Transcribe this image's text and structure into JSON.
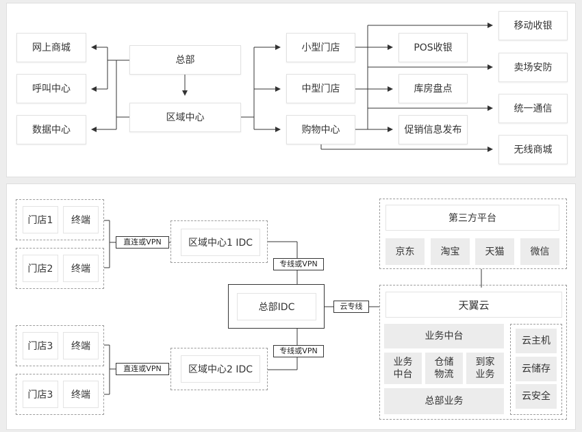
{
  "top": {
    "left_nodes": [
      "网上商城",
      "呼叫中心",
      "数据中心"
    ],
    "hq": "总部",
    "regional": "区域中心",
    "stores": [
      "小型门店",
      "中型门店",
      "购物中心"
    ],
    "functions": [
      "POS收银",
      "库房盘点",
      "促销信息发布"
    ],
    "right_nodes": [
      "移动收银",
      "卖场安防",
      "统一通信",
      "无线商城"
    ]
  },
  "bottom": {
    "store_groups": [
      {
        "store": "门店1",
        "terminal": "终端"
      },
      {
        "store": "门店2",
        "terminal": "终端"
      },
      {
        "store": "门店3",
        "terminal": "终端"
      },
      {
        "store": "门店3",
        "terminal": "终端"
      }
    ],
    "link_direct": "直连或VPN",
    "regional_idc": [
      "区域中心1 IDC",
      "区域中心2 IDC"
    ],
    "link_private": "专线或VPN",
    "hq_idc": "总部IDC",
    "link_cloud": "云专线",
    "third_party": {
      "title": "第三方平台",
      "platforms": [
        "京东",
        "淘宝",
        "天猫",
        "微信"
      ]
    },
    "cloud": {
      "title": "天翼云",
      "business_platform": "业务中台",
      "sub_modules": [
        "业务\n中台",
        "仓储\n物流",
        "到家\n业务"
      ],
      "hq_business": "总部业务",
      "services": [
        "云主机",
        "云储存",
        "云安全"
      ]
    }
  }
}
